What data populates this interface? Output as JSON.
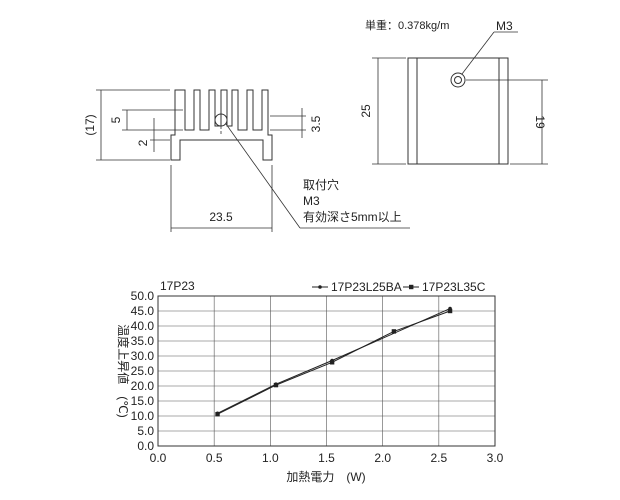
{
  "drawing": {
    "unit_weight": "単重：0.378kg/m",
    "hole_label": "M3",
    "dim_height": "(17)",
    "dim_slot": "5",
    "dim_base": "2",
    "dim_fin_gap": "3.5",
    "dim_width": "23.5",
    "dim_side_height": "25",
    "dim_hole_pos": "19",
    "note_line1": "取付穴",
    "note_line2": "M3",
    "note_line3": "有効深さ5mm以上"
  },
  "chart_data": {
    "type": "line",
    "title": "17P23",
    "xlabel": "加熱電力　(W)",
    "ylabel": "温度上昇値　(℃)",
    "xlim": [
      0,
      3.0
    ],
    "ylim": [
      0,
      50
    ],
    "xticks": [
      "0.0",
      "0.5",
      "1.0",
      "1.5",
      "2.0",
      "2.5",
      "3.0"
    ],
    "yticks": [
      "0.0",
      "5.0",
      "10.0",
      "15.0",
      "20.0",
      "25.0",
      "30.0",
      "35.0",
      "40.0",
      "45.0",
      "50.0"
    ],
    "grid": true,
    "legend_position": "top-right",
    "series": [
      {
        "name": "17P23L25BA",
        "marker": "dot",
        "x": [
          0.53,
          1.05,
          1.55,
          2.6
        ],
        "y": [
          10.9,
          20.6,
          28.5,
          45.8
        ]
      },
      {
        "name": "17P23L35C",
        "marker": "square",
        "x": [
          0.53,
          1.05,
          1.55,
          2.1,
          2.6
        ],
        "y": [
          10.6,
          20.3,
          27.9,
          38.2,
          45.0
        ]
      }
    ]
  }
}
